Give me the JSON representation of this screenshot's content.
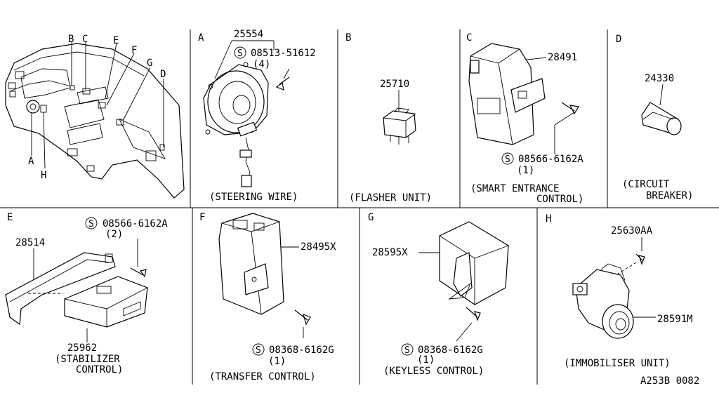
{
  "overview": {
    "callouts": [
      "B",
      "C",
      "E",
      "F",
      "G",
      "D",
      "A",
      "H"
    ]
  },
  "panels": {
    "A": {
      "letter": "A",
      "part": "25554",
      "screw": "08513-51612",
      "screw_qty": "(4)",
      "caption": "(STEERING WIRE)"
    },
    "B": {
      "letter": "B",
      "part": "25710",
      "caption": "(FLASHER UNIT)"
    },
    "C": {
      "letter": "C",
      "part": "28491",
      "screw": "08566-6162A",
      "screw_qty": "(1)",
      "caption_line1": "(SMART ENTRANCE",
      "caption_line2": "CONTROL)"
    },
    "D": {
      "letter": "D",
      "part": "24330",
      "caption_line1": "(CIRCUIT",
      "caption_line2": "BREAKER)"
    },
    "E": {
      "letter": "E",
      "part_bracket": "28514",
      "part_unit": "25962",
      "screw": "08566-6162A",
      "screw_qty": "(2)",
      "caption_line1": "(STABILIZER",
      "caption_line2": "CONTROL)"
    },
    "F": {
      "letter": "F",
      "part": "28495X",
      "screw": "08368-6162G",
      "screw_qty": "(1)",
      "caption": "(TRANSFER CONTROL)"
    },
    "G": {
      "letter": "G",
      "part": "28595X",
      "screw": "08368-6162G",
      "screw_qty": "(1)",
      "caption": "(KEYLESS CONTROL)"
    },
    "H": {
      "letter": "H",
      "part_screw": "25630AA",
      "part_unit": "28591M",
      "caption": "(IMMOBILISER UNIT)"
    }
  },
  "symbol": "S",
  "diagram_code": "A253B 0082"
}
